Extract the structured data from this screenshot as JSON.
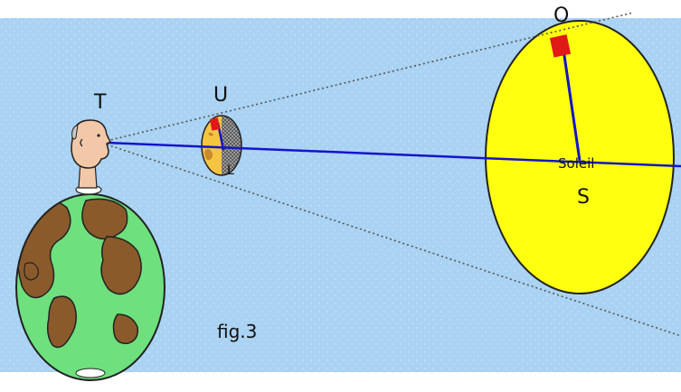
{
  "labels": {
    "observer": "T",
    "moon_point": "U",
    "moon_center": "L",
    "sun_point": "O",
    "sun_center": "S",
    "sun_name": "Soleil",
    "caption": "fig.3"
  },
  "colors": {
    "sky": "#a9d2f3",
    "sun": "#ffff10",
    "earth_ocean": "#6ee07e",
    "earth_land": "#8b5a2b",
    "sight_line": "#1414c8",
    "right_angle": "#e01818",
    "moon_lit": "#f5c542",
    "moon_dark": "#8a8a8a",
    "skin": "#f3c8a8"
  },
  "icons": {
    "observer": "man-head-icon",
    "earth": "earth-globe-icon",
    "moon": "moon-icon",
    "sun": "sun-disc-icon"
  }
}
